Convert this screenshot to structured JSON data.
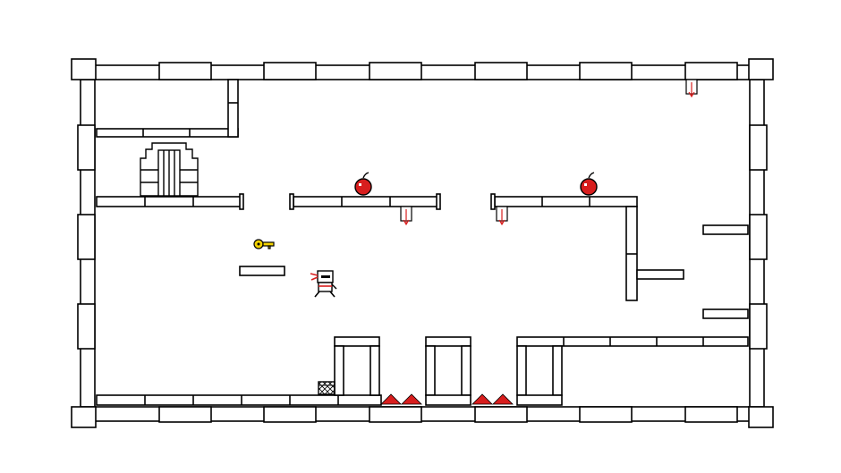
{
  "game": {
    "title": "",
    "colors": {
      "background": "#ffffff",
      "line": "#000000",
      "hazard_red": "#d81e1e",
      "key_yellow": "#f2d200",
      "ninja_red": "#d81e1e"
    },
    "entities": {
      "player": "ninja-player",
      "exit": "arched-door",
      "pickup": "golden-key",
      "enemies": [
        "red-bomb",
        "red-bomb"
      ],
      "hazards": [
        "red-floor-spikes",
        "red-floor-spikes",
        "ceiling-arrow-trap",
        "ceiling-arrow-trap",
        "ceiling-arrow-trap"
      ],
      "props": [
        "wooden-crate"
      ]
    }
  }
}
